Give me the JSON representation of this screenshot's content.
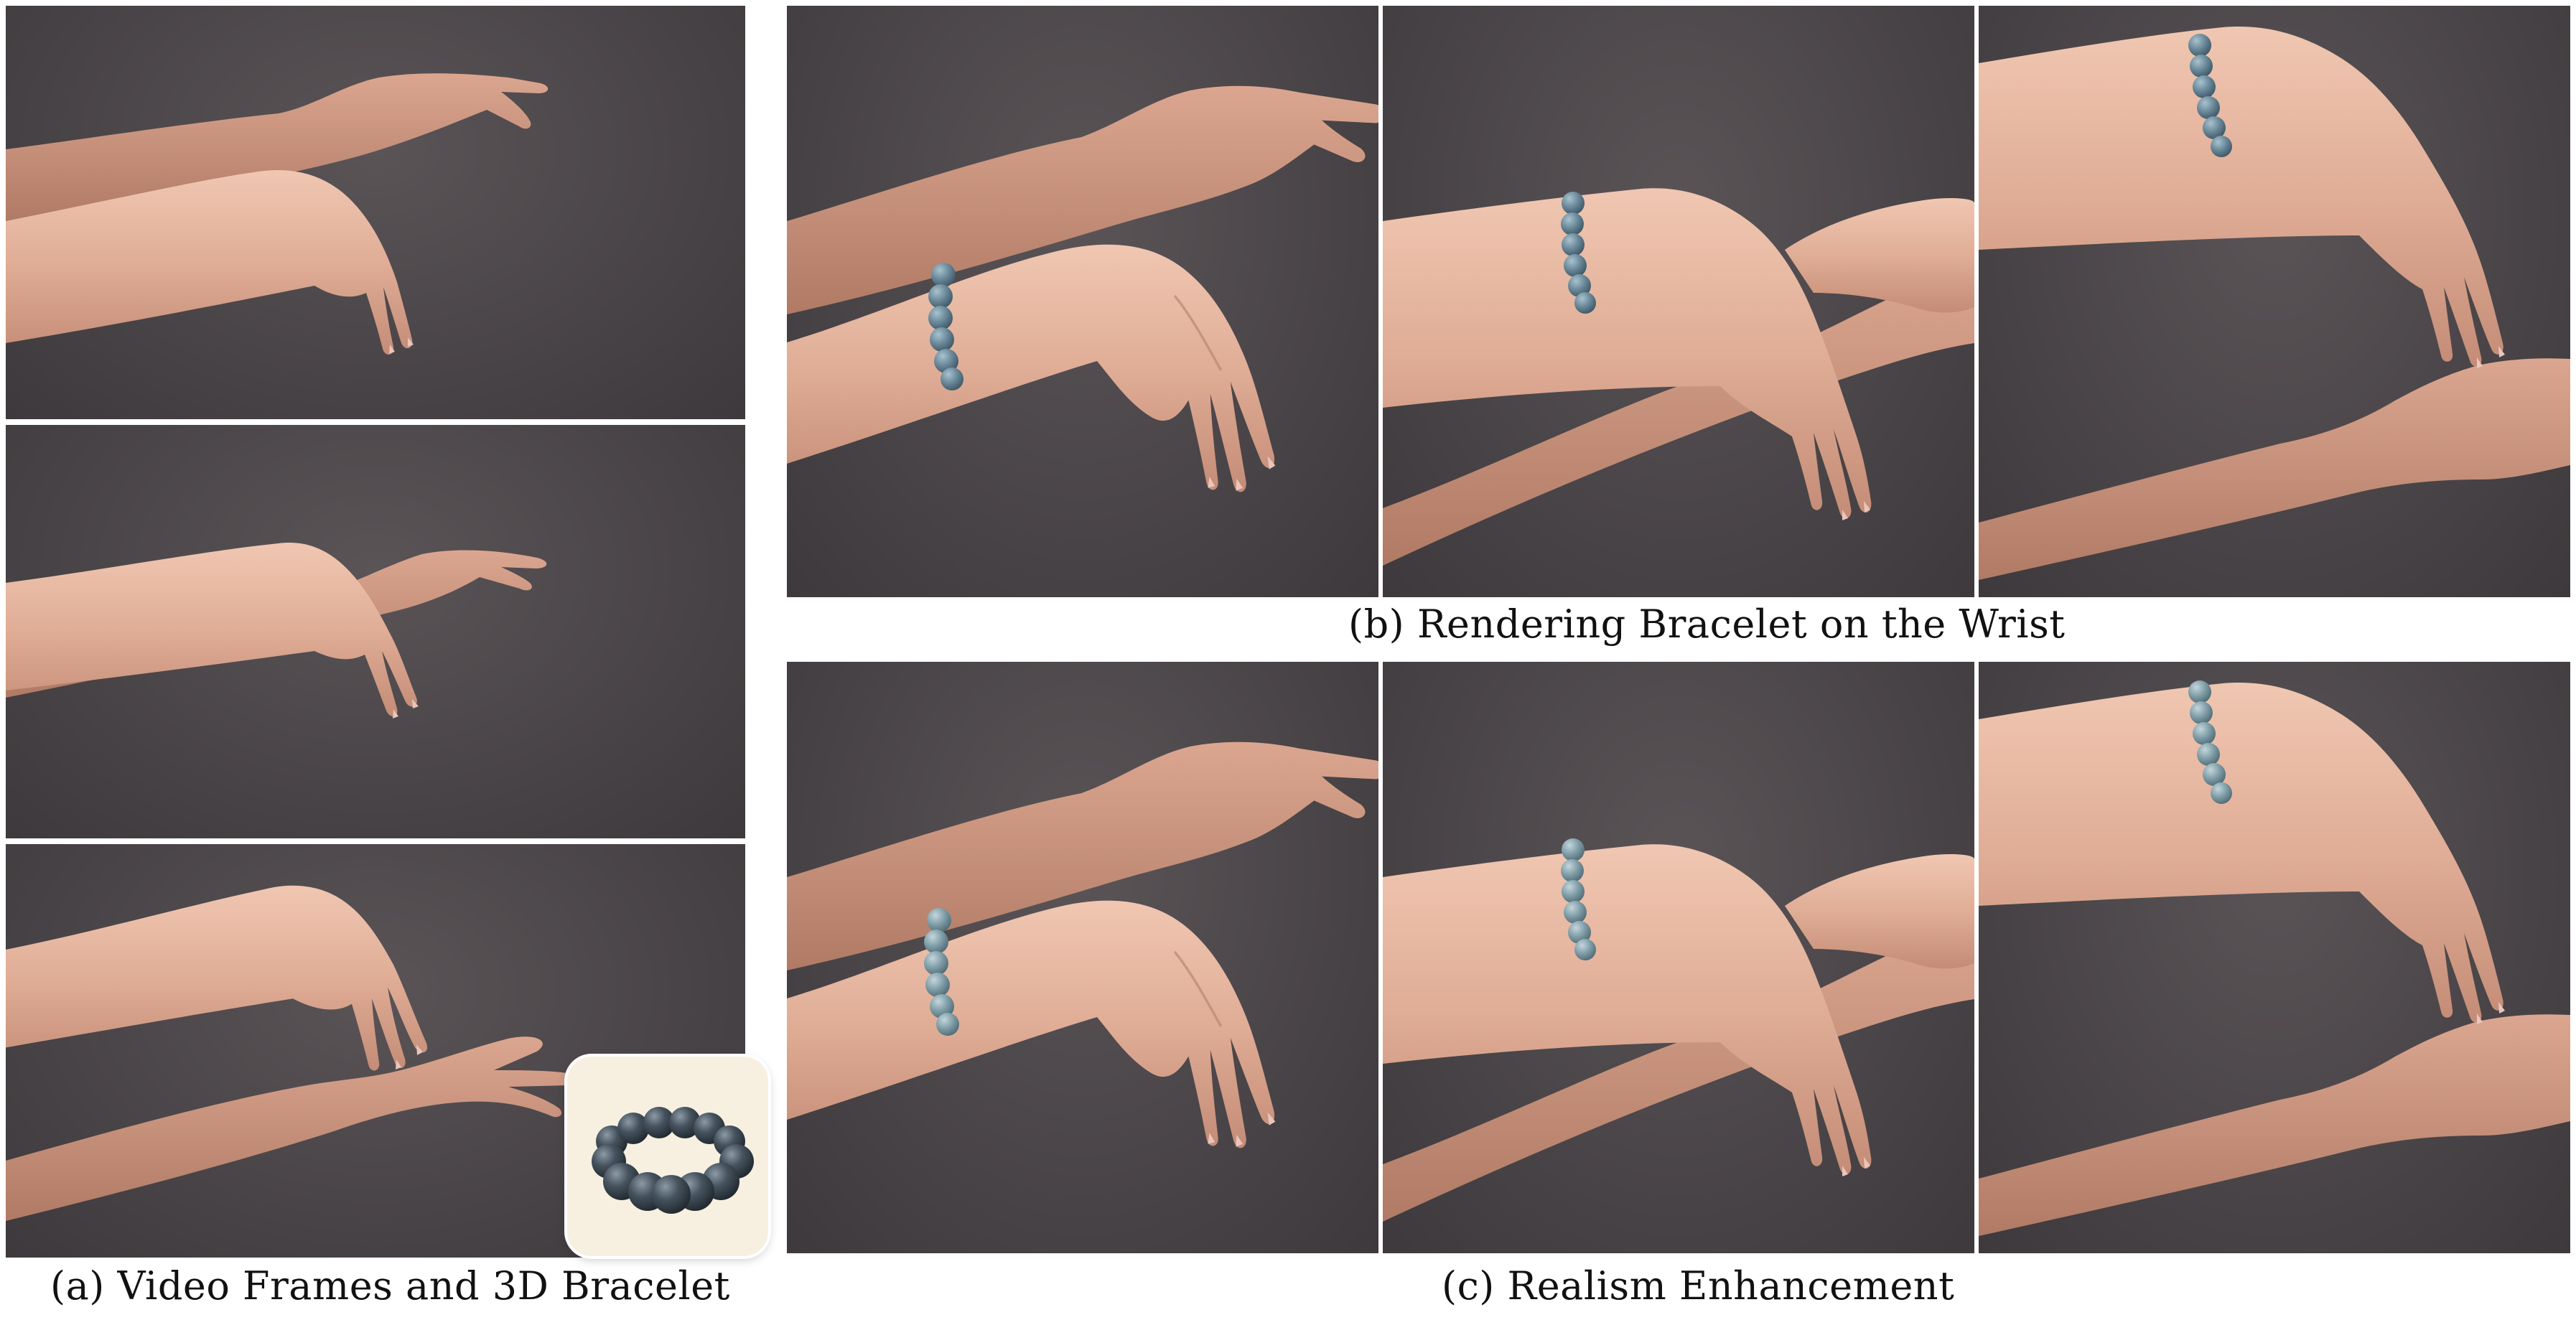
{
  "captions": {
    "a": "(a) Video Frames and 3D Bracelet",
    "b": "(b) Rendering Bracelet on the Wrist",
    "c": "(c) Realism Enhancement"
  },
  "panels": {
    "video_frames": [
      "frame-1",
      "frame-2",
      "frame-3"
    ],
    "rendered": [
      "render-1",
      "render-2",
      "render-3"
    ],
    "enhanced": [
      "enhanced-1",
      "enhanced-2",
      "enhanced-3"
    ]
  },
  "colors": {
    "background": "#4a4548",
    "skin": "#e3b49e",
    "bracelet_rendered": "#5e7d8e",
    "bracelet_enhanced": "#7b97a2",
    "bracelet_model": "#3f4d58",
    "inset_bg": "#f7f0e1"
  }
}
